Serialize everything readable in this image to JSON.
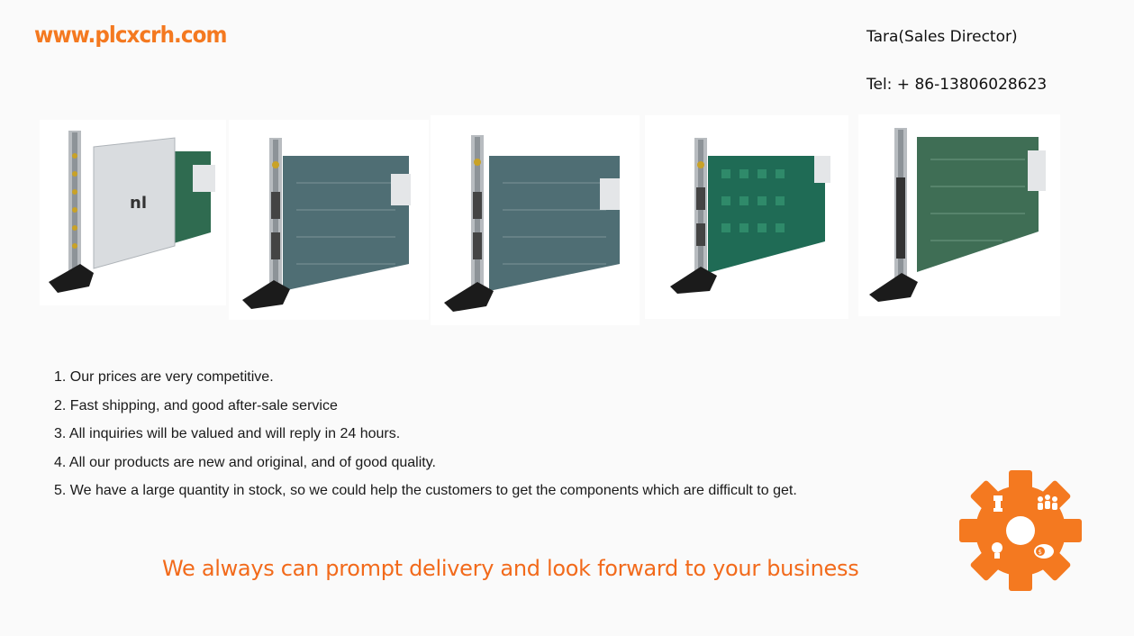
{
  "header": {
    "url": "www.plcxcrh.com",
    "contact_name": "Tara(Sales Director)",
    "contact_tel": "Tel: + 86-13806028623"
  },
  "products": [
    {
      "name": "pxi-module-1",
      "board_color": "#2f6b50",
      "cover": true
    },
    {
      "name": "pxi-module-2",
      "board_color": "#4f6e74",
      "cover": false
    },
    {
      "name": "pxi-module-3",
      "board_color": "#4f6e74",
      "cover": false
    },
    {
      "name": "pxi-module-4",
      "board_color": "#1f6b55",
      "cover": false
    },
    {
      "name": "pxi-module-5",
      "board_color": "#3f6e55",
      "cover": false
    }
  ],
  "features": [
    "1. Our prices are very competitive.",
    "2. Fast shipping, and good after-sale service",
    "3. All inquiries will be valued and will reply in 24 hours.",
    "4. All our products are new and original, and of good quality.",
    "5. We have a large quantity in stock, so we could help the customers to get the components which are difficult to get."
  ],
  "tagline": "We always can prompt delivery and look forward to your business",
  "colors": {
    "accent": "#f47920",
    "tagline": "#f26a1b",
    "gear": "#f47920"
  },
  "icons": [
    "gear-icon",
    "chess-piece-icon",
    "team-icon",
    "lightbulb-icon",
    "money-chat-icon"
  ]
}
